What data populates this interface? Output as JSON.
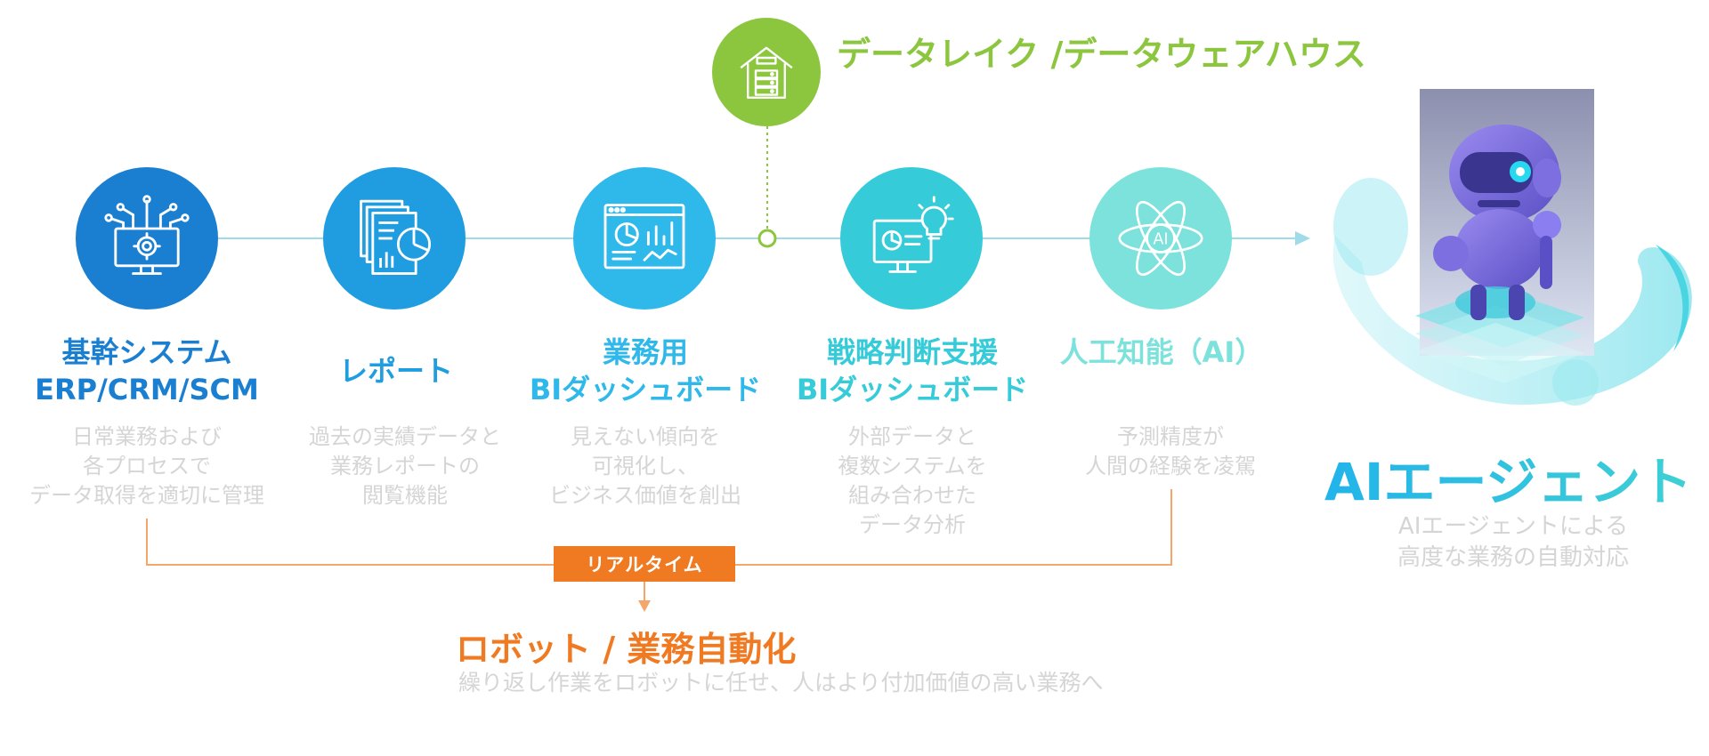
{
  "data_warehouse": {
    "label": "データレイク /データウェアハウス",
    "icon": "house-server-icon",
    "color": "#8cc63f"
  },
  "steps": [
    {
      "title": [
        "基幹システム",
        "ERP/CRM/SCM"
      ],
      "desc": [
        "日常業務および",
        "各プロセスで",
        "データ取得を適切に管理"
      ],
      "icon": "monitor-gear-icon",
      "color": "#1a7fd1"
    },
    {
      "title": [
        "レポート"
      ],
      "desc": [
        "過去の実績データと",
        "業務レポートの",
        "閲覧機能"
      ],
      "icon": "report-documents-icon",
      "color": "#1f9de0"
    },
    {
      "title": [
        "業務用",
        "BIダッシュボード"
      ],
      "desc": [
        "見えない傾向を",
        "可視化し、",
        "ビジネス価値を創出"
      ],
      "icon": "dashboard-icon",
      "color": "#2fb8ea"
    },
    {
      "title": [
        "戦略判断支援",
        "BIダッシュボード"
      ],
      "desc": [
        "外部データと",
        "複数システムを",
        "組み合わせた",
        "データ分析"
      ],
      "icon": "monitor-lightbulb-icon",
      "color": "#35cbd8"
    },
    {
      "title": [
        "人工知能（AI）"
      ],
      "desc": [
        "予測精度が",
        "人間の経験を凌駕"
      ],
      "icon": "ai-atom-icon",
      "color": "#7de2dc"
    }
  ],
  "realtime": {
    "label": "リアルタイム",
    "color": "#f07a22"
  },
  "robot": {
    "title": "ロボット / 業務自動化",
    "desc": "繰り返し作業をロボットに任せ、人はより付加価値の高い業務へ"
  },
  "agent": {
    "title": "AIエージェント",
    "desc": [
      "AIエージェントによる",
      "高度な業務の自動対応"
    ],
    "image": "ai-robot-illustration"
  }
}
